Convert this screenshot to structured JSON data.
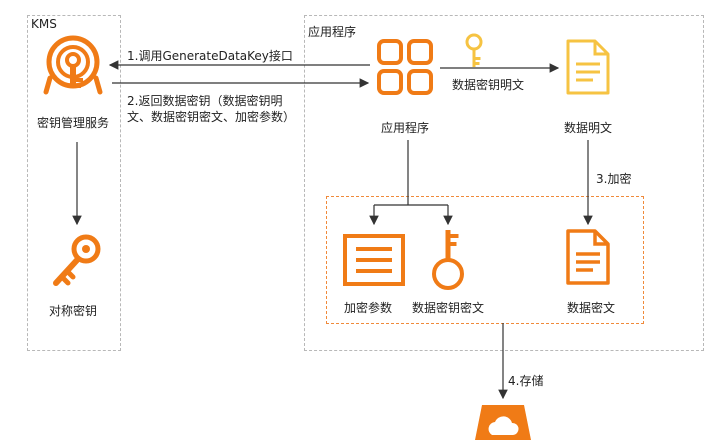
{
  "kms": {
    "title": "KMS",
    "service_label": "密钥管理服务",
    "symmetric_key_label": "对称密钥"
  },
  "app": {
    "region_title": "应用程序",
    "app_label": "应用程序",
    "plain_key_label": "数据密钥明文",
    "plain_data_label": "数据明文"
  },
  "steps": {
    "step1": "1.调用GenerateDataKey接口",
    "step2_line1": "2.返回数据密钥（数据密钥明",
    "step2_line2": "文、数据密钥密文、加密参数）",
    "step3": "3.加密",
    "step4": "4.存储"
  },
  "outputs": {
    "params_label": "加密参数",
    "cipher_key_label": "数据密钥密文",
    "cipher_data_label": "数据密文"
  },
  "colors": {
    "accent": "#f07b16",
    "key_yellow": "#f6c342",
    "border": "#b8b8b8",
    "arrow": "#333333"
  },
  "icons": [
    "kms-key-ring-icon",
    "app-grid-icon",
    "yellow-key-icon",
    "plain-document-icon",
    "symmetric-key-icon",
    "params-list-icon",
    "cipher-key-icon",
    "cipher-document-icon",
    "cloud-storage-icon"
  ]
}
